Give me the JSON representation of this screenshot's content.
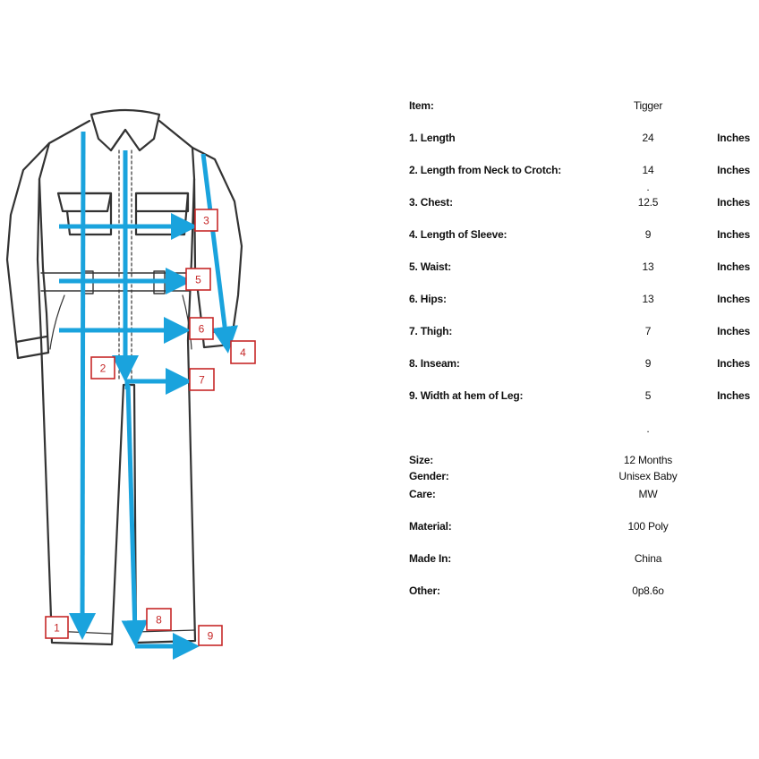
{
  "diagram": {
    "marker_labels": [
      "1",
      "2",
      "3",
      "4",
      "5",
      "6",
      "7",
      "8",
      "9"
    ],
    "arrow_color": "#1aa3dd",
    "marker_color": "#c62828"
  },
  "spec": {
    "item": {
      "label": "Item:",
      "value": "Tigger"
    },
    "measurements": [
      {
        "label": "1. Length",
        "value": "24",
        "unit": "Inches"
      },
      {
        "label": "2. Length from Neck to Crotch:",
        "value": "14",
        "unit": "Inches"
      },
      {
        "label": "3. Chest:",
        "value": "12.5",
        "unit": "Inches"
      },
      {
        "label": "4. Length of Sleeve:",
        "value": "9",
        "unit": "Inches"
      },
      {
        "label": "5. Waist:",
        "value": "13",
        "unit": "Inches"
      },
      {
        "label": "6. Hips:",
        "value": "13",
        "unit": "Inches"
      },
      {
        "label": "7. Thigh:",
        "value": "7",
        "unit": "Inches"
      },
      {
        "label": "8. Inseam:",
        "value": "9",
        "unit": "Inches"
      },
      {
        "label": "9. Width at hem of Leg:",
        "value": "5",
        "unit": "Inches"
      }
    ],
    "dots": [
      ".",
      "."
    ],
    "details": [
      {
        "label": "Size:",
        "value": "12 Months"
      },
      {
        "label": "Gender:",
        "value": "Unisex Baby"
      },
      {
        "label": "Care:",
        "value": "MW"
      },
      {
        "label": "Material:",
        "value": "100 Poly"
      },
      {
        "label": "Made In:",
        "value": "China"
      },
      {
        "label": "Other:",
        "value": "0p8.6o"
      }
    ]
  }
}
